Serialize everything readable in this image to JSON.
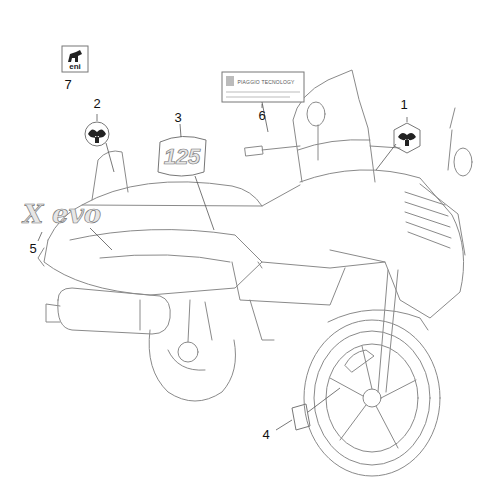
{
  "diagram": {
    "labels": [
      "7",
      "eni",
      "2",
      "3",
      "125",
      "6",
      "PIAGGIO TECNOLOGY",
      "1",
      "5",
      "X evo",
      "4"
    ]
  }
}
